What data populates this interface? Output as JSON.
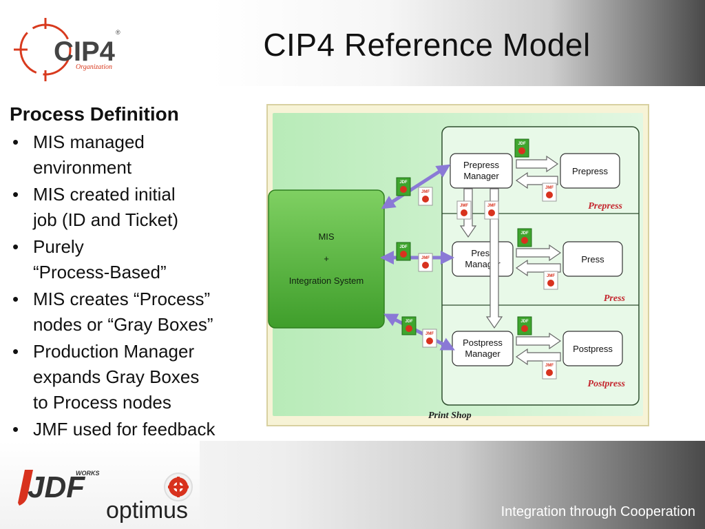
{
  "title": "CIP4 Reference Model",
  "logo": {
    "text": "CIP4",
    "sub": "Organization",
    "mark": "®"
  },
  "left": {
    "heading": "Process Definition",
    "bullets": [
      [
        "MIS managed",
        "environment"
      ],
      [
        "MIS created initial",
        "job (ID and Ticket)"
      ],
      [
        "Purely",
        "“Process-Based”"
      ],
      [
        "MIS creates “Process”",
        "nodes or “Gray Boxes”"
      ],
      [
        "Production Manager",
        "expands Gray Boxes",
        "to Process nodes"
      ],
      [
        "JMF used for feedback"
      ]
    ]
  },
  "diagram": {
    "mis": [
      "MIS",
      "+",
      "Integration System"
    ],
    "managers": [
      [
        "Prepress",
        "Manager"
      ],
      [
        "Press",
        "Manager"
      ],
      [
        "Postpress",
        "Manager"
      ]
    ],
    "processes": [
      "Prepress",
      "Press",
      "Postpress"
    ],
    "sections": [
      "Prepress",
      "Press",
      "Postpress"
    ],
    "shop": "Print Shop",
    "jdf": "JDF",
    "jmf": "JMF"
  },
  "footer": {
    "brand_left": "JDF",
    "brand_left_sup": "WORKS",
    "brand_right": "optimus",
    "tagline": "Integration through Cooperation"
  },
  "colors": {
    "diagram_bg": "#c8eec8",
    "mis_green": "#55b83a",
    "label_red": "#c4262e",
    "arrow_purple": "#8a79d6"
  }
}
